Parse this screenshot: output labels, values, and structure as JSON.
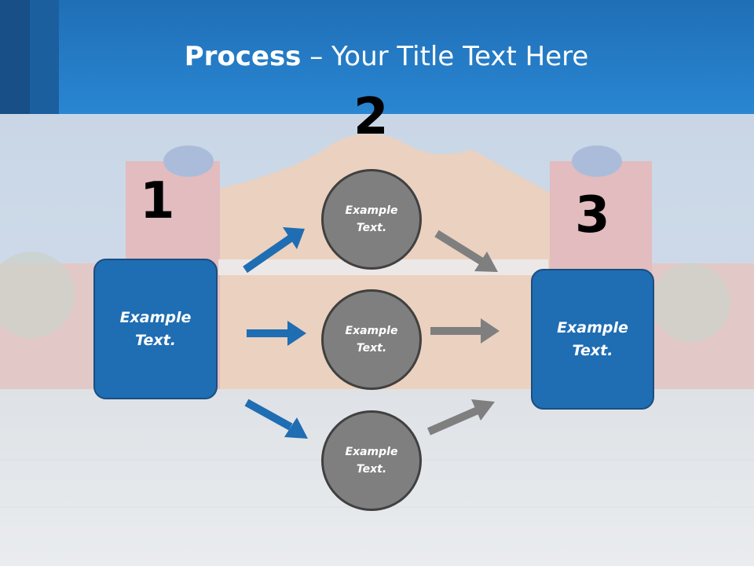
{
  "title": {
    "bold": "Process",
    "rest": " – Your Title Text Here"
  },
  "steps": [
    {
      "number": "1"
    },
    {
      "number": "2"
    },
    {
      "number": "3"
    }
  ],
  "left_box": {
    "text": "Example Text."
  },
  "right_box": {
    "text": "Example Text."
  },
  "circles": [
    {
      "text": "Example Text."
    },
    {
      "text": "Example Text."
    },
    {
      "text": "Example Text."
    }
  ],
  "colors": {
    "header": "#2a7fc9",
    "box": "#1f6db3",
    "circle": "#7f7f7f",
    "arrow_blue": "#1f6db3",
    "arrow_gray": "#7f7f7f"
  }
}
